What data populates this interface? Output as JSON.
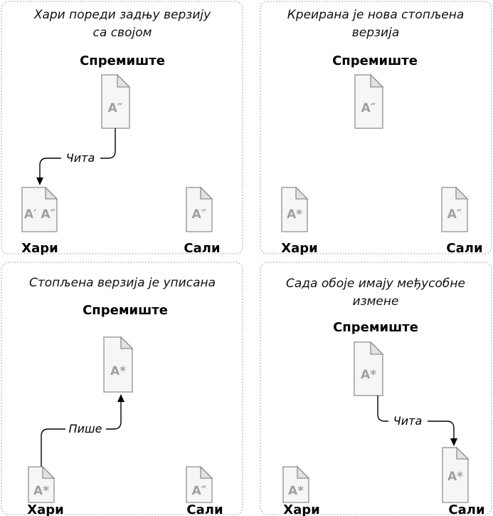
{
  "panels": [
    {
      "caption_lines": [
        "Хари пореди задњу верзију",
        "са својом"
      ],
      "repo_label": "Спремиште",
      "repo_doc": "A″",
      "harry_label": "Хари",
      "harry_doc": "A′ A″",
      "sally_label": "Сали",
      "sally_doc": "A″",
      "arrow_label": "Чита"
    },
    {
      "caption_lines": [
        "Креирана је нова стопљена",
        "верзија"
      ],
      "repo_label": "Спремиште",
      "repo_doc": "A″",
      "harry_label": "Хари",
      "harry_doc": "A*",
      "sally_label": "Сали",
      "sally_doc": "A″",
      "arrow_label": ""
    },
    {
      "caption_lines": [
        "Стопљена верзија је уписана"
      ],
      "repo_label": "Спремиште",
      "repo_doc": "A*",
      "harry_label": "Хари",
      "harry_doc": "A*",
      "sally_label": "Сали",
      "sally_doc": "A″",
      "arrow_label": "Пише"
    },
    {
      "caption_lines": [
        "Сада обоје имају међусобне",
        "измене"
      ],
      "repo_label": "Спремиште",
      "repo_doc": "A*",
      "harry_label": "Хари",
      "harry_doc": "A*",
      "sally_label": "Сали",
      "sally_doc": "A*",
      "arrow_label": "Чита"
    }
  ]
}
